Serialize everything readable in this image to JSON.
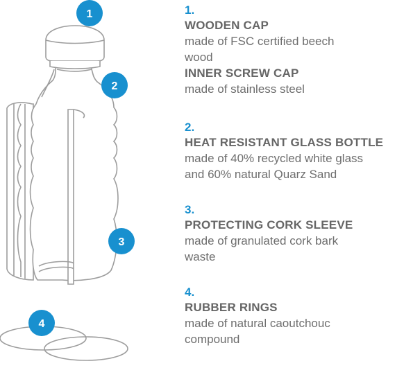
{
  "markers": [
    "1",
    "2",
    "3",
    "4"
  ],
  "accent_color": "#1890cf",
  "items": [
    {
      "number": "1.",
      "parts": [
        {
          "title": "WOODEN CAP",
          "lines": [
            "made of FSC certified beech",
            "wood"
          ]
        },
        {
          "title": "INNER SCREW CAP",
          "lines": [
            "made of stainless steel"
          ]
        }
      ]
    },
    {
      "number": "2.",
      "parts": [
        {
          "title": "HEAT RESISTANT GLASS BOTTLE",
          "lines": [
            "made of 40% recycled white glass",
            "and 60% natural Quarz Sand"
          ]
        }
      ]
    },
    {
      "number": "3.",
      "parts": [
        {
          "title": "PROTECTING CORK SLEEVE",
          "lines": [
            "made of granulated cork bark",
            "waste"
          ]
        }
      ]
    },
    {
      "number": "4.",
      "parts": [
        {
          "title": "RUBBER RINGS",
          "lines": [
            "made of natural caoutchouc",
            "compound"
          ]
        }
      ]
    }
  ]
}
